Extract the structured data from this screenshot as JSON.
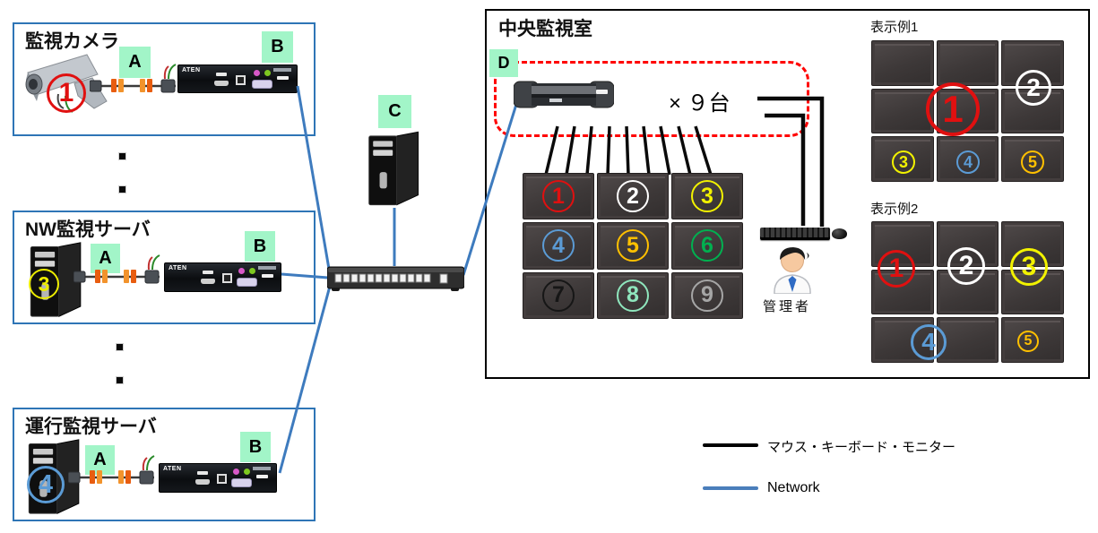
{
  "tags": {
    "a": "A",
    "b": "B",
    "c": "C",
    "d": "D"
  },
  "device_brand": "ATEN",
  "sources": [
    {
      "title": "監視カメラ",
      "num": "1",
      "color": "#e01010"
    },
    {
      "title": "NW監視サーバ",
      "num": "3",
      "color": "#ecec00"
    },
    {
      "title": "運行監視サーバ",
      "num": "4",
      "color": "#5b9bd5"
    }
  ],
  "central": {
    "title": "中央監視室",
    "unit_count": "× ９台",
    "admin": "管理者",
    "wall": [
      {
        "num": "1",
        "color": "#e01010"
      },
      {
        "num": "2",
        "color": "#ffffff"
      },
      {
        "num": "3",
        "color": "#f2f200"
      },
      {
        "num": "4",
        "color": "#5b9bd5"
      },
      {
        "num": "5",
        "color": "#ffc000"
      },
      {
        "num": "6",
        "color": "#00b050"
      },
      {
        "num": "7",
        "color": "#161616"
      },
      {
        "num": "8",
        "color": "#8fe6bd"
      },
      {
        "num": "9",
        "color": "#a6a6a6"
      }
    ],
    "example1": {
      "title": "表示例1",
      "cells": [
        {
          "num": "1",
          "color": "#e01010"
        },
        {
          "num": "2",
          "color": "#ffffff"
        },
        {
          "num": "3",
          "color": "#f2f200"
        },
        {
          "num": "4",
          "color": "#5b9bd5"
        },
        {
          "num": "5",
          "color": "#ffc000"
        }
      ]
    },
    "example2": {
      "title": "表示例2",
      "cells": [
        {
          "num": "1",
          "color": "#e01010"
        },
        {
          "num": "2",
          "color": "#ffffff"
        },
        {
          "num": "3",
          "color": "#f2f200"
        },
        {
          "num": "4",
          "color": "#5b9bd5"
        },
        {
          "num": "5",
          "color": "#ffc000"
        }
      ]
    }
  },
  "legend": [
    {
      "label": "マウス・キーボード・モニター",
      "color": "#000000"
    },
    {
      "label": "Network",
      "color": "#4a7ebb"
    }
  ]
}
